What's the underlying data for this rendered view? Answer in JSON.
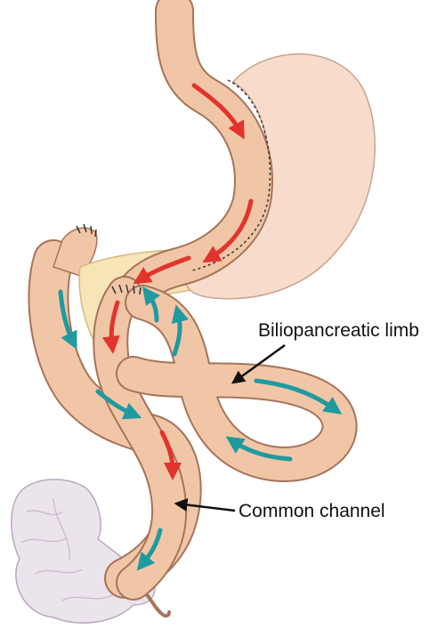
{
  "labels": {
    "biliopancreatic_limb": "Biliopancreatic limb",
    "common_channel": "Common channel"
  },
  "colors": {
    "tissue": "#f1c6a6",
    "tissue_outline": "#a5745a",
    "stomach_pouch": "#f7dccb",
    "pancreas": "#f7e5b8",
    "colon": "#ece4ec",
    "food_flow_arrow": "#e2332d",
    "bile_flow_arrow": "#1f9aa0",
    "pointer": "#111111"
  },
  "icons": {
    "food_flow": "red-flow-arrow",
    "bile_flow": "teal-flow-arrow",
    "pointer": "black-pointer-arrow"
  }
}
